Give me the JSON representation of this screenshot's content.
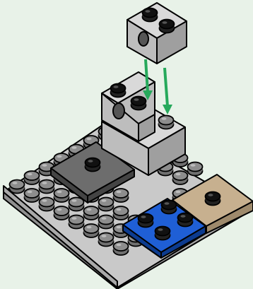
{
  "diagram": {
    "kind": "building-instruction-step",
    "arrow_count": 2,
    "colors": {
      "background": "#e8f2e8",
      "plate_top": "#c9c9c9",
      "plate_left": "#8f8f8f",
      "plate_front": "#a9a9a9",
      "stud_black": "#111111",
      "stud_gray": "#8d8d8d",
      "blue_tile_top": "#1f5fd6",
      "blue_tile_side": "#0c3b8f",
      "tan_tile_top": "#c7b08f",
      "tan_tile_side": "#9e8a6c",
      "dark_tile_top": "#6d6d6d",
      "dark_tile_side": "#444444",
      "brick_light": "#d9d9d9",
      "brick_mid": "#bdbdbd",
      "brick_dark": "#9f9f9f",
      "arrow_green": "#26a95b",
      "outline": "#000000"
    },
    "parts": [
      {
        "name": "gray-baseplate",
        "shape": "plate",
        "color": "light-gray"
      },
      {
        "name": "blue-2x2-plate",
        "shape": "plate",
        "color": "blue"
      },
      {
        "name": "tan-2x2-tile",
        "shape": "tile",
        "color": "tan"
      },
      {
        "name": "dark-gray-2x2-tile",
        "shape": "tile",
        "color": "dark-gray"
      },
      {
        "name": "gray-technic-brick-stack",
        "shape": "brick",
        "color": "light-gray"
      },
      {
        "name": "gray-technic-brick-incoming",
        "shape": "brick",
        "color": "light-gray"
      }
    ]
  }
}
